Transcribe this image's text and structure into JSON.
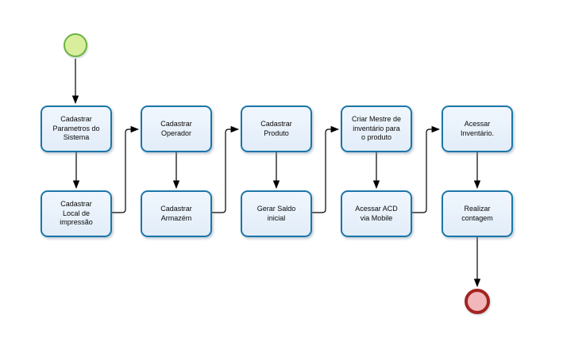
{
  "diagram": {
    "type": "bpmn-process-flow",
    "start_event": {
      "name": "start"
    },
    "end_event": {
      "name": "end"
    },
    "tasks": [
      {
        "id": "task-1",
        "label": "Cadastrar\nParametros do\nSistema"
      },
      {
        "id": "task-2",
        "label": "Cadastrar\nLocal de\nimpressão"
      },
      {
        "id": "task-3",
        "label": "Cadastrar\nOperador"
      },
      {
        "id": "task-4",
        "label": "Cadastrar\nArmazém"
      },
      {
        "id": "task-5",
        "label": "Cadastrar\nProduto"
      },
      {
        "id": "task-6",
        "label": "Gerar Saldo\ninicial"
      },
      {
        "id": "task-7",
        "label": "Criar Mestre de\ninventário para\no produto"
      },
      {
        "id": "task-8",
        "label": "Acessar ACD\nvia Mobile"
      },
      {
        "id": "task-9",
        "label": "Acessar\nInventário."
      },
      {
        "id": "task-10",
        "label": "Realizar\ncontagem"
      }
    ],
    "edges": [
      {
        "from": "start",
        "to": "task-1"
      },
      {
        "from": "task-1",
        "to": "task-2"
      },
      {
        "from": "task-2",
        "to": "task-3"
      },
      {
        "from": "task-3",
        "to": "task-4"
      },
      {
        "from": "task-4",
        "to": "task-5"
      },
      {
        "from": "task-5",
        "to": "task-6"
      },
      {
        "from": "task-6",
        "to": "task-7"
      },
      {
        "from": "task-7",
        "to": "task-8"
      },
      {
        "from": "task-8",
        "to": "task-9"
      },
      {
        "from": "task-9",
        "to": "task-10"
      },
      {
        "from": "task-10",
        "to": "end"
      }
    ]
  },
  "colors": {
    "task_border": "#1b76a9",
    "task_fill_top": "#f0f6fd",
    "task_fill_bottom": "#e2edf9",
    "start_border": "#6ab33f",
    "start_fill": "#d8ee9d",
    "end_border": "#a32422",
    "end_fill": "#f1b7ba",
    "connector": "#000000"
  }
}
